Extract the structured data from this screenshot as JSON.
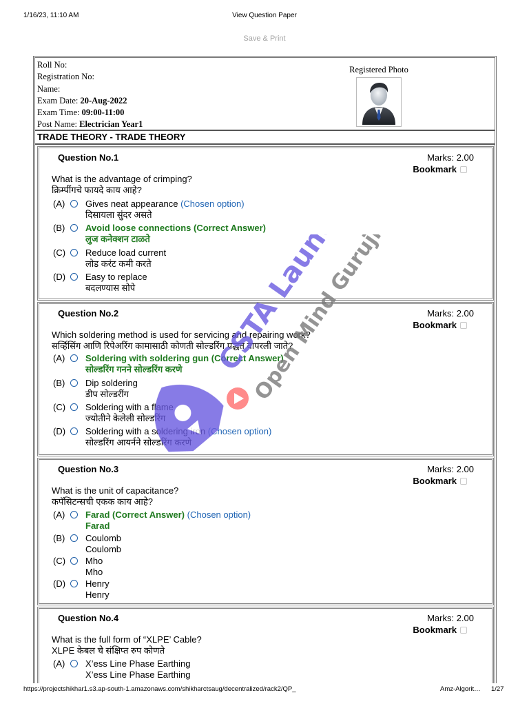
{
  "print_header": {
    "datetime": "1/16/23, 11:10 AM",
    "title": "View Question Paper"
  },
  "toolbar": {
    "save_print": "Save & Print"
  },
  "candidate": {
    "roll_label": "Roll No:",
    "registration_label": "Registration No:",
    "name_label": "Name:",
    "exam_date_label": "Exam Date:",
    "exam_date": "20-Aug-2022",
    "exam_time_label": "Exam Time:",
    "exam_time": "09:00-11:00",
    "post_label": "Post Name:",
    "post": "Electrician Year1",
    "photo_label": "Registered Photo",
    "photo_icon": "user-avatar-icon"
  },
  "section_title": "TRADE THEORY - TRADE THEORY",
  "questions": [
    {
      "number": "Question No.1",
      "marks": "Marks: 2.00",
      "bookmark": "Bookmark",
      "text_en": "What is the advantage of crimping?",
      "text_mr": "क्रिम्पींगचे फायदे काय आहे?",
      "options": [
        {
          "label": "(A)",
          "en": "Gives neat appearance",
          "mr": "दिसायला सुंदर असते",
          "correct": false,
          "correct_tag": "",
          "chosen_tag": "(Chosen option)"
        },
        {
          "label": "(B)",
          "en": "Avoid loose connections",
          "mr": "लुज कनेक्शन टाळते",
          "correct": true,
          "correct_tag": "(Correct Answer)",
          "chosen_tag": ""
        },
        {
          "label": "(C)",
          "en": "Reduce load current",
          "mr": "लोड करंट कमी करते",
          "correct": false,
          "correct_tag": "",
          "chosen_tag": ""
        },
        {
          "label": "(D)",
          "en": "Easy to replace",
          "mr": "बदलण्यास सोपे",
          "correct": false,
          "correct_tag": "",
          "chosen_tag": ""
        }
      ]
    },
    {
      "number": "Question No.2",
      "marks": "Marks: 2.00",
      "bookmark": "Bookmark",
      "text_en": "Which soldering method is used for servicing and repairing work?",
      "text_mr": "सर्व्हिसिंग आणि रिपेअरिंग कामासाठी कोणती सोल्डरिंग पद्धत वापरली जाते?",
      "options": [
        {
          "label": "(A)",
          "en": "Soldering with soldering gun",
          "mr": "सोल्डरिंग गनने सोल्डरिंग करणे",
          "correct": true,
          "correct_tag": "(Correct Answer)",
          "chosen_tag": ""
        },
        {
          "label": "(B)",
          "en": "Dip soldering",
          "mr": "डीप सोल्डरींग",
          "correct": false,
          "correct_tag": "",
          "chosen_tag": ""
        },
        {
          "label": "(C)",
          "en": "Soldering with a flame",
          "mr": "ज्योतीने केलेली सोल्डरिंग",
          "correct": false,
          "correct_tag": "",
          "chosen_tag": ""
        },
        {
          "label": "(D)",
          "en": "Soldering with a soldering iron",
          "mr": "सोल्डरिंग आयर्नने सोल्डरिंग करणे",
          "correct": false,
          "correct_tag": "",
          "chosen_tag": "(Chosen option)"
        }
      ]
    },
    {
      "number": "Question No.3",
      "marks": "Marks: 2.00",
      "bookmark": "Bookmark",
      "text_en": "What is the unit of capacitance?",
      "text_mr": "कपॅसिटन्सची एकक काय आहे?",
      "options": [
        {
          "label": "(A)",
          "en": "Farad",
          "mr": "Farad",
          "correct": true,
          "correct_tag": "(Correct Answer)",
          "chosen_tag": "(Chosen option)"
        },
        {
          "label": "(B)",
          "en": "Coulomb",
          "mr": "Coulomb",
          "correct": false,
          "correct_tag": "",
          "chosen_tag": ""
        },
        {
          "label": "(C)",
          "en": "Mho",
          "mr": "Mho",
          "correct": false,
          "correct_tag": "",
          "chosen_tag": ""
        },
        {
          "label": "(D)",
          "en": "Henry",
          "mr": "Henry",
          "correct": false,
          "correct_tag": "",
          "chosen_tag": ""
        }
      ]
    },
    {
      "number": "Question No.4",
      "marks": "Marks: 2.00",
      "bookmark": "Bookmark",
      "text_en": "What is the full form of “XLPE’ Cable?",
      "text_mr": "XLPE केबल चे संक्षिप्त रुप कोणते",
      "options": [
        {
          "label": "(A)",
          "en": "X’ess Line Phase Earthing",
          "mr": "X’ess Line Phase Earthing",
          "correct": false,
          "correct_tag": "",
          "chosen_tag": ""
        }
      ]
    }
  ],
  "watermark": {
    "brand": "CSTA Launchpad",
    "tagline": "Open Mind Guruji",
    "color": "#6a5ae0"
  },
  "colors": {
    "correct": "#1f7a1f",
    "chosen": "#2266b5",
    "radio": "#1f5fa8"
  },
  "print_footer": {
    "url": "https://projectshikhar1.s3.ap-south-1.amazonaws.com/shikharctsaug/decentralized/rack2/QP_",
    "right": "Amz-Algorit…",
    "page": "1/27"
  }
}
